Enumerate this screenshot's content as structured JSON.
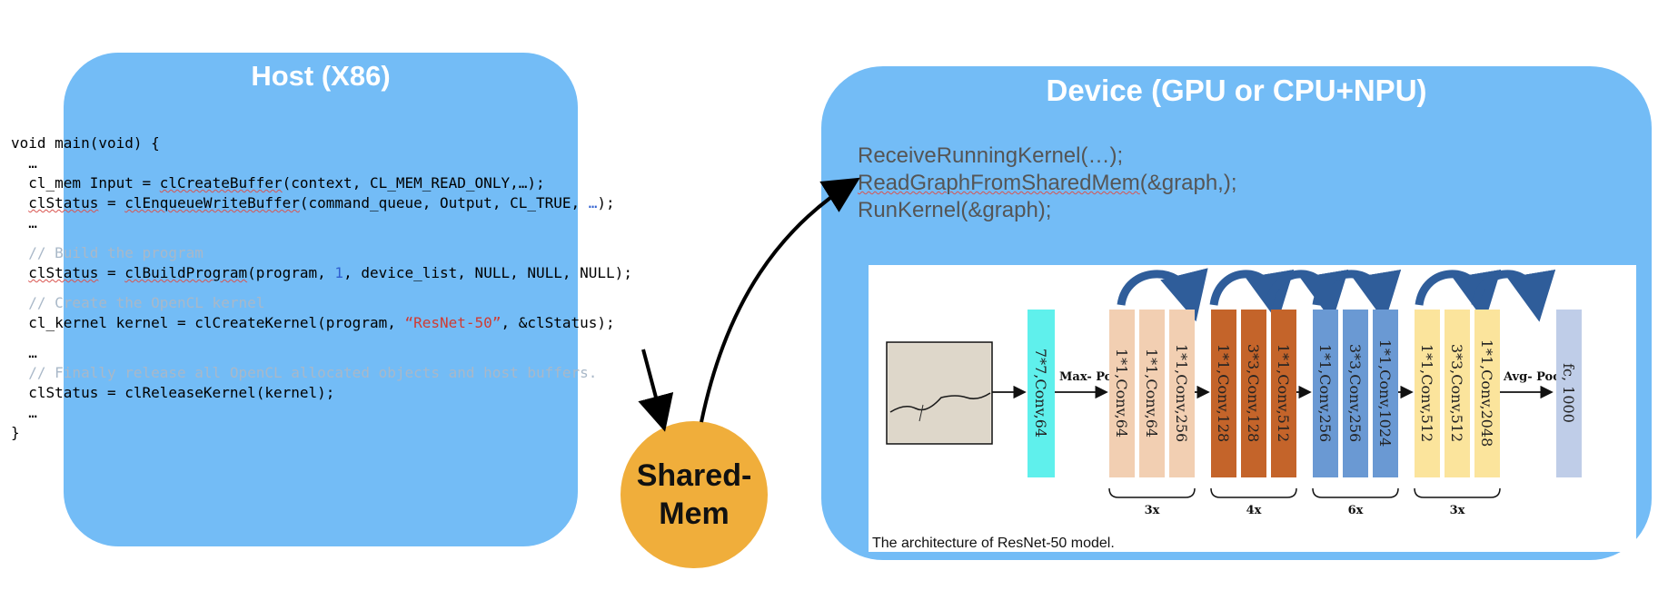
{
  "host": {
    "title": "Host (X86)",
    "code": {
      "l01": "void main(void) {",
      "l02": "  …",
      "l03a": "  cl_mem Input = ",
      "l03b": "clCreateBuffer",
      "l03c": "(context, CL_MEM_READ_ONLY,…);",
      "l04a": "  ",
      "l04b": "clStatus",
      "l04c": " = ",
      "l04d": "clEnqueueWriteBuffer",
      "l04e": "(command_queue, Output, CL_TRUE, ",
      "l04f": "…",
      "l04g": ");",
      "l05": "  …",
      "l06": "  // Build the program",
      "l07a": "  ",
      "l07b": "clStatus",
      "l07c": " = ",
      "l07d": "clBuildProgram",
      "l07e": "(program, ",
      "l07f": "1",
      "l07g": ", device_list, NULL, NULL, NULL);",
      "l08": "  // Create the OpenCL kernel",
      "l09a": "  cl_kernel kernel = clCreateKernel(program, ",
      "l09b": "“ResNet-50”",
      "l09c": ", &clStatus);",
      "l10": "  …",
      "l11": "  // Finally release all OpenCL allocated objects and host buffers.",
      "l12": "  clStatus = clReleaseKernel(kernel);",
      "l13": "  …",
      "l14": "}"
    }
  },
  "shared_mem": {
    "line1": "Shared-",
    "line2": "Mem"
  },
  "device": {
    "title": "Device (GPU or CPU+NPU)",
    "code": {
      "line1": "ReceiveRunningKernel(…);",
      "line2a": "ReadGraphFromSharedMem",
      "line2b": "(&graph,);",
      "line3": "RunKernel(&graph);"
    },
    "figure": {
      "caption": "The architecture of ResNet-50 model.",
      "conv1": "7*7,Conv,64",
      "maxpool": "Max- Pool",
      "avgpool": "Avg- Pool",
      "fc": "fc, 1000",
      "stage1": {
        "l1": "1*1,Conv,64",
        "l2": "1*1,Conv,64",
        "l3": "1*1,Conv,256",
        "mult": "3x"
      },
      "stage2": {
        "l1": "1*1,Conv,128",
        "l2": "3*3,Conv,128",
        "l3": "1*1,Conv,512",
        "mult": "4x"
      },
      "stage3": {
        "l1": "1*1,Conv,256",
        "l2": "3*3,Conv,256",
        "l3": "1*1,Conv,1024",
        "mult": "6x"
      },
      "stage4": {
        "l1": "1*1,Conv,512",
        "l2": "3*3,Conv,512",
        "l3": "1*1,Conv,2048",
        "mult": "3x"
      }
    }
  },
  "colors": {
    "box_blue": "#73bcf6",
    "shared_orange": "#f0ae3b",
    "conv1_cyan": "#5ff0ec",
    "stage1": "#f2cfb2",
    "stage2": "#c4642a",
    "stage3": "#6a99d3",
    "stage4": "#fbe49c",
    "fc": "#bfcde8",
    "skip_arrow": "#2f5d9a"
  }
}
